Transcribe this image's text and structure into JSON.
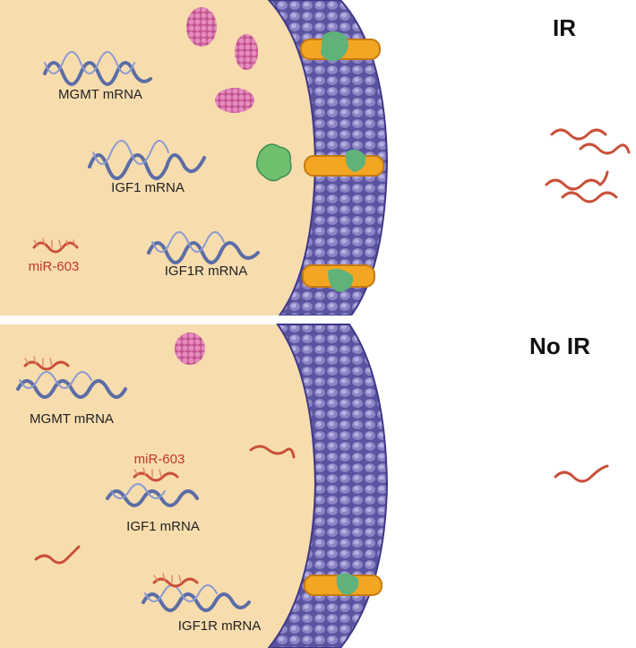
{
  "panels": {
    "top": {
      "title": "IR",
      "labels": {
        "mgmt": "MGMT mRNA",
        "igf1": "IGF1 mRNA",
        "igf1r": "IGF1R mRNA",
        "mir": "miR-603"
      }
    },
    "bottom": {
      "title": "No IR",
      "labels": {
        "mgmt": "MGMT mRNA",
        "igf1": "IGF1 mRNA",
        "igf1r": "IGF1R mRNA",
        "mir": "miR-603"
      }
    }
  },
  "colors": {
    "cytoplasm": "#f7dcae",
    "membrane": "#4b4590",
    "membrane_light": "#8c84c4",
    "mrna": "#5b6da6",
    "mirna": "#c9503a",
    "protein_pink": "#d66aa3",
    "protein_green": "#6fbf6f",
    "receptor": "#f2a623"
  },
  "icons": [
    "mrna-strand",
    "mirna-strand",
    "protein-cluster",
    "membrane-receptor",
    "lipid-bilayer"
  ]
}
